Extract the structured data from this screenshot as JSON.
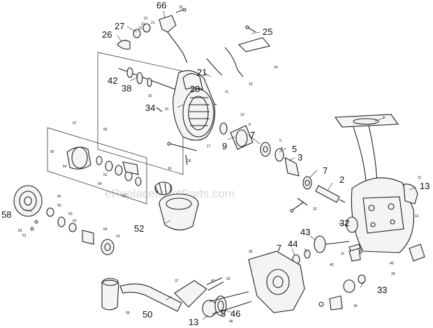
{
  "watermark": "eReplacementParts.com",
  "callouts_large": [
    "66",
    "27",
    "26",
    "25",
    "21",
    "42",
    "38",
    "20",
    "34",
    "9",
    "7",
    "5",
    "3",
    "7",
    "2",
    "13",
    "58",
    "32",
    "43",
    "52",
    "44",
    "7",
    "33",
    "50",
    "13",
    "46",
    "5"
  ],
  "callouts_small": [
    "1",
    "33",
    "31",
    "21",
    "22",
    "23",
    "24",
    "19",
    "18",
    "11",
    "30",
    "31",
    "10",
    "8",
    "6",
    "4",
    "17",
    "16",
    "57",
    "56",
    "55",
    "54",
    "53",
    "54",
    "51",
    "65",
    "59",
    "60",
    "62",
    "61",
    "63",
    "64",
    "14",
    "15",
    "12",
    "11",
    "11",
    "45",
    "36",
    "35",
    "37",
    "47",
    "48",
    "49",
    "39",
    "33",
    "34"
  ]
}
